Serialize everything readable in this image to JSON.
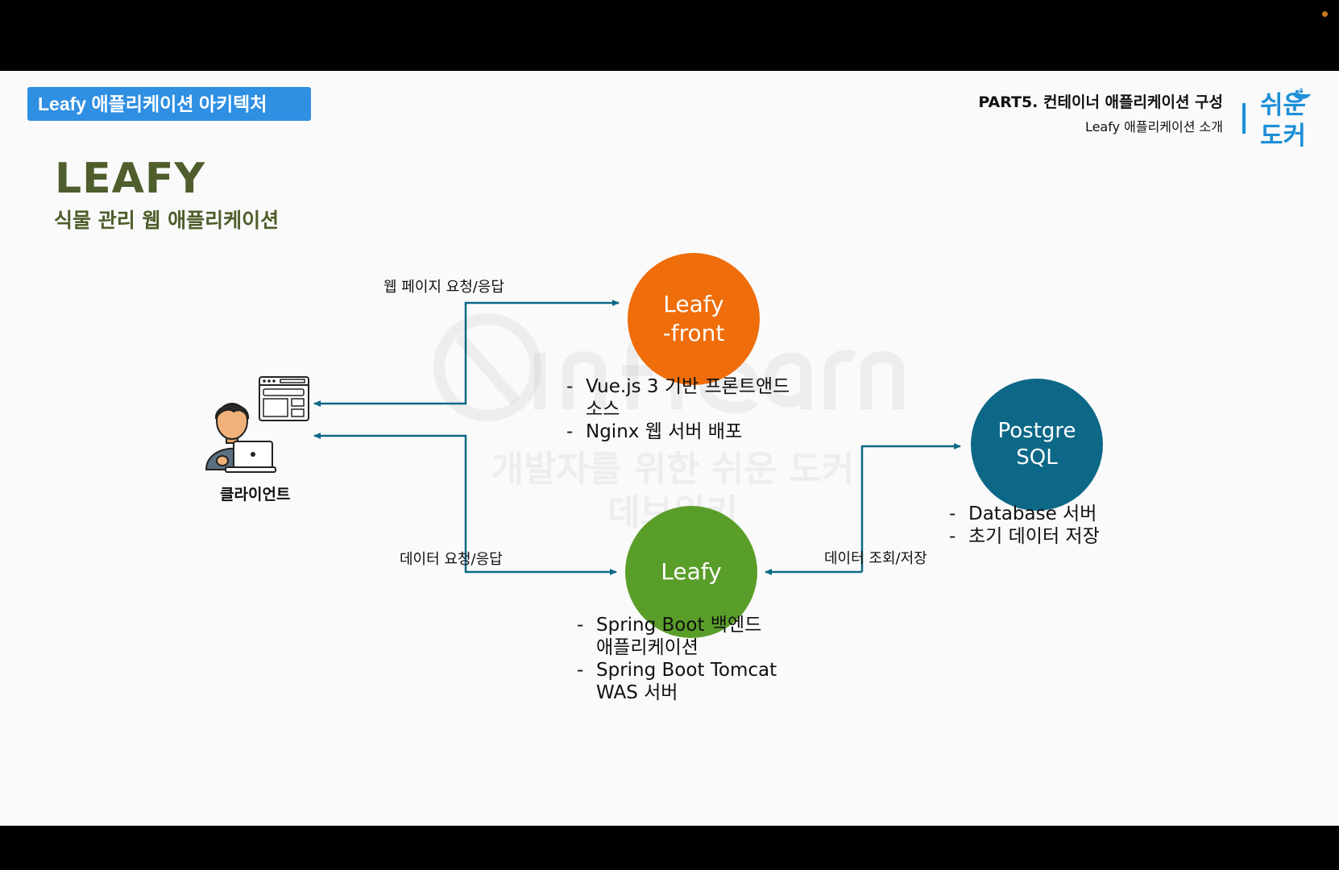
{
  "header": {
    "section_tag": "Leafy 애플리케이션 아키텍처",
    "part_title": "PART5. 컨테이너 애플리케이션 구성",
    "part_subtitle": "Leafy 애플리케이션 소개",
    "brand_line1": "쉬운",
    "brand_line2": "도커"
  },
  "app": {
    "name": "LEAFY",
    "subtitle": "식물 관리 웹 애플리케이션"
  },
  "nodes": {
    "front": "Leafy\n-front",
    "back": "Leafy",
    "db": "Postgre\nSQL",
    "client": "클라이언트"
  },
  "edges": {
    "web": "웹 페이지 요청/응답",
    "data": "데이터 요청/응답",
    "db": "데이터 조회/저장"
  },
  "descriptions": {
    "front": [
      "Vue.js 3 기반 프론트앤드\n소스",
      "Nginx 웹 서버 배포"
    ],
    "back": [
      "Spring Boot 백엔드\n애플리케이션",
      "Spring Boot Tomcat\nWAS 서버"
    ],
    "db": [
      "Database 서버",
      "초기 데이터 저장"
    ]
  },
  "watermark": {
    "line1": "개발자를 위한 쉬운 도커",
    "line2": "데브위키"
  },
  "colors": {
    "accent_blue": "#2f8fe2",
    "front_orange": "#ef6d0a",
    "back_green": "#5a9e2a",
    "db_teal": "#0d6887",
    "arrow": "#0d6887",
    "title_olive": "#4e5e2c"
  }
}
